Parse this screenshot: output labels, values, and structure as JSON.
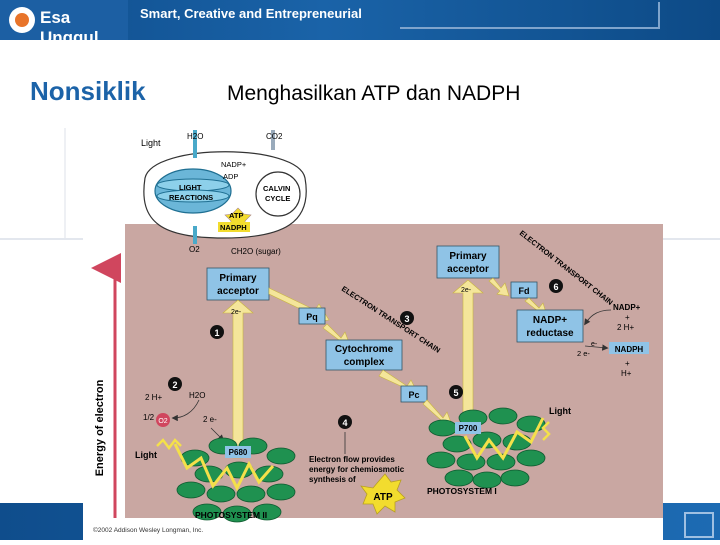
{
  "header": {
    "logo_text": "Esa Unggul",
    "tagline": "Smart, Creative and Entrepreneurial"
  },
  "slide": {
    "title": "Nonsiklik",
    "subtitle": "Menghasilkan ATP dan NADPH"
  },
  "diagram": {
    "chloroplast": {
      "light": "Light",
      "h2o": "H2O",
      "co2": "CO2",
      "nadp": "NADP+",
      "adp": "ADP",
      "light_reactions": [
        "LIGHT",
        "REACTIONS"
      ],
      "calvin_cycle": [
        "CALVIN",
        "CYCLE"
      ],
      "atp": "ATP",
      "nadph": "NADPH",
      "o2": "O2",
      "ch2o": "CH2O (sugar)"
    },
    "y_axis": "Energy of electron",
    "primary_acceptor_1": [
      "Primary",
      "acceptor"
    ],
    "primary_acceptor_2": [
      "Primary",
      "acceptor"
    ],
    "etc_label_1": "ELECTRON TRANSPORT CHAIN",
    "etc_label_2": "ELECTRON TRANSPORT CHAIN",
    "pq": "Pq",
    "cytochrome": [
      "Cytochrome",
      "complex"
    ],
    "pc": "Pc",
    "fd": "Fd",
    "nadp_reductase": [
      "NADP+",
      "reductase"
    ],
    "nadp_plus": "NADP+",
    "plus": "+",
    "two_h_plus": "2 H+",
    "nadph": "NADPH",
    "h_plus": "H+",
    "two_e": "2 e-",
    "e_minus": "e-",
    "two_e_2": "2e-",
    "two_e_3": "2e-",
    "steps": [
      "1",
      "2",
      "3",
      "4",
      "5",
      "6"
    ],
    "water_split": {
      "two_h": "2 H+",
      "half": "1/2",
      "o2": "O2",
      "h2o": "H2O",
      "e": "2 e-"
    },
    "light_left": "Light",
    "light_right": "Light",
    "p680": "P680",
    "p700": "P700",
    "flow_note": [
      "Electron flow provides",
      "energy for chemiosmotic",
      "synthesis of"
    ],
    "atp": "ATP",
    "ps1": "PHOTOSYSTEM I",
    "ps2": "PHOTOSYSTEM II",
    "copyright": "©2002 Addison Wesley Longman, Inc."
  },
  "colors": {
    "brand_blue": "#1c63a8",
    "panel_brown": "#c9a7a2",
    "box_blue": "#8fc3e6",
    "chlorophyll_green": "#1f9150",
    "atp_yellow": "#f2dc2e"
  }
}
